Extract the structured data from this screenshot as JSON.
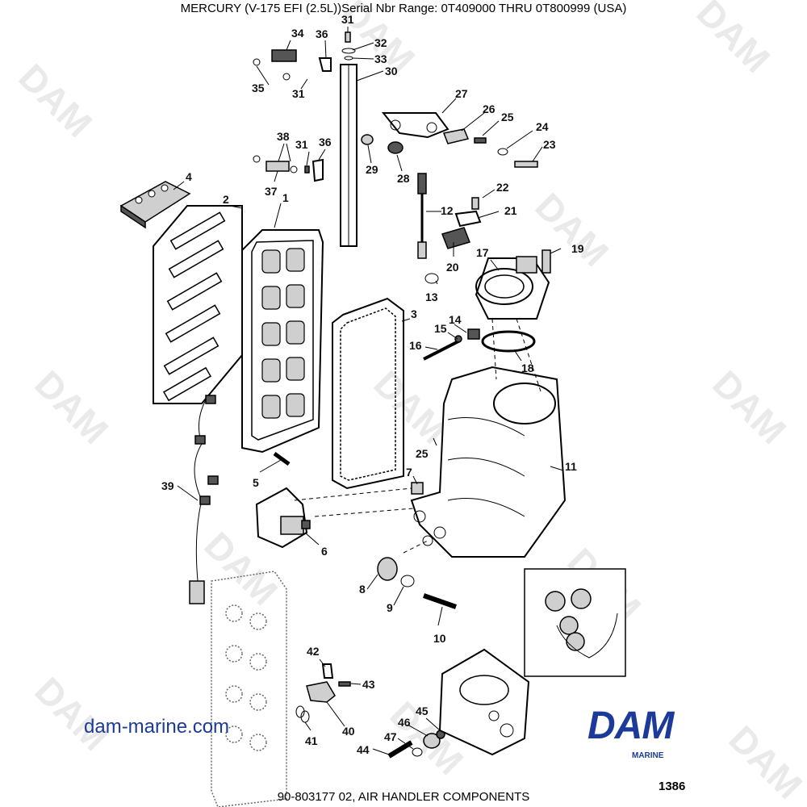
{
  "header": {
    "title": "MERCURY (V-175 EFI (2.5L))Serial Nbr Range: 0T409000 THRU 0T800999 (USA)"
  },
  "footer": {
    "caption": "90-803177 02, AIR HANDLER COMPONENTS",
    "page_number": "1386"
  },
  "branding": {
    "site": "dam-marine.com",
    "logo": "DAM",
    "logo_sub": "MARINE",
    "watermark": "DAM",
    "brand_color": "#1b3a9a"
  },
  "callouts": {
    "c1": "1",
    "c2": "2",
    "c3": "3",
    "c4": "4",
    "c5": "5",
    "c6": "6",
    "c7": "7",
    "c8": "8",
    "c9": "9",
    "c10": "10",
    "c11": "11",
    "c12": "12",
    "c13": "13",
    "c14": "14",
    "c15": "15",
    "c16": "16",
    "c17": "17",
    "c18": "18",
    "c19": "19",
    "c20": "20",
    "c21": "21",
    "c22": "22",
    "c23": "23",
    "c24": "24",
    "c25a": "25",
    "c25b": "25",
    "c26": "26",
    "c27": "27",
    "c28": "28",
    "c29": "29",
    "c30": "30",
    "c31a": "31",
    "c31b": "31",
    "c31c": "31",
    "c32": "32",
    "c33": "33",
    "c34": "34",
    "c35": "35",
    "c36a": "36",
    "c36b": "36",
    "c37": "37",
    "c38": "38",
    "c39": "39",
    "c40": "40",
    "c41": "41",
    "c42": "42",
    "c43": "43",
    "c44": "44",
    "c45": "45",
    "c46": "46",
    "c47": "47"
  }
}
